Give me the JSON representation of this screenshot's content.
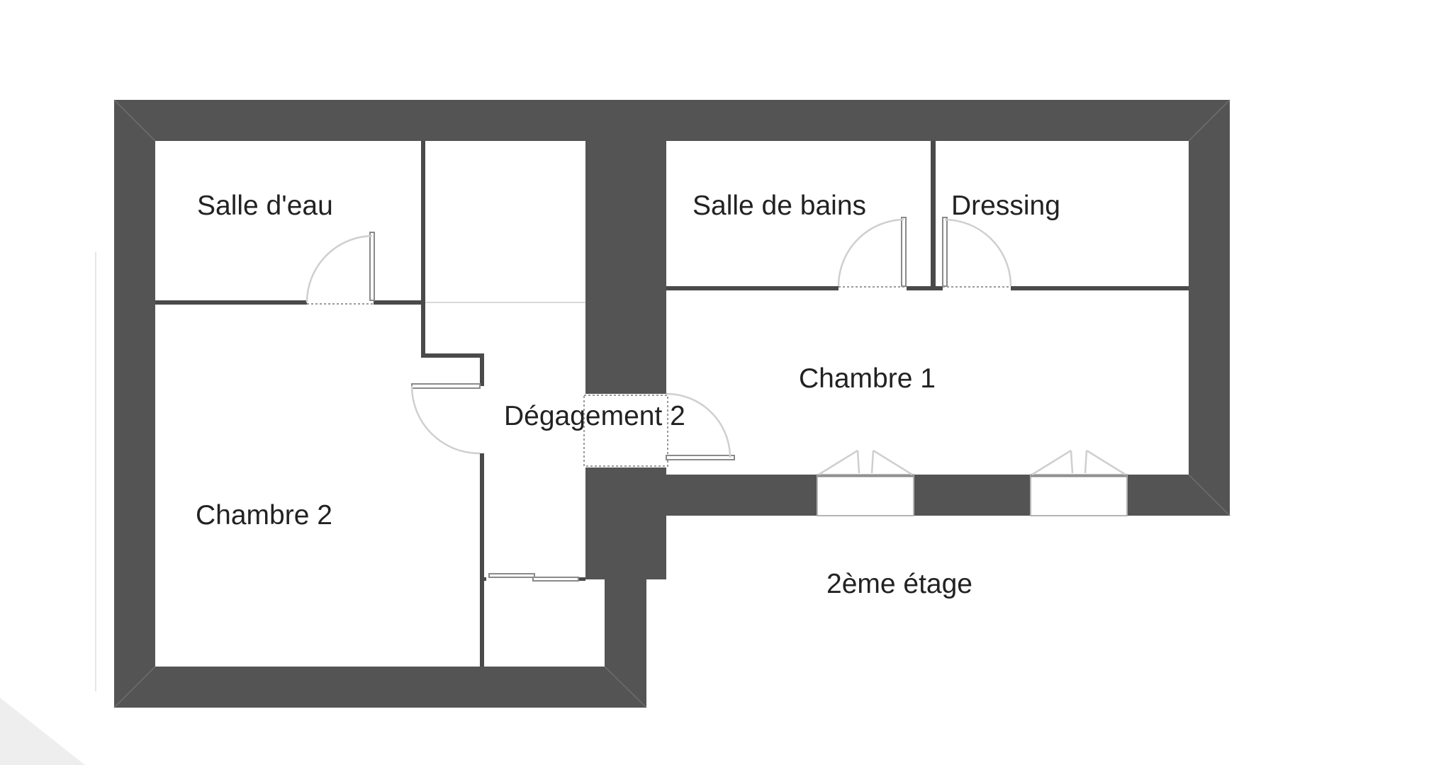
{
  "plan": {
    "floor_label": "2ème étage",
    "rooms": {
      "salle_eau": "Salle d'eau",
      "salle_bains": "Salle de bains",
      "dressing": "Dressing",
      "chambre_1": "Chambre 1",
      "degagement_2": "Dégagement 2",
      "chambre_2": "Chambre 2"
    },
    "colors": {
      "wall": "#545454",
      "background": "#ffffff",
      "text": "#222222",
      "door_swing": "#cfcfcf"
    }
  }
}
